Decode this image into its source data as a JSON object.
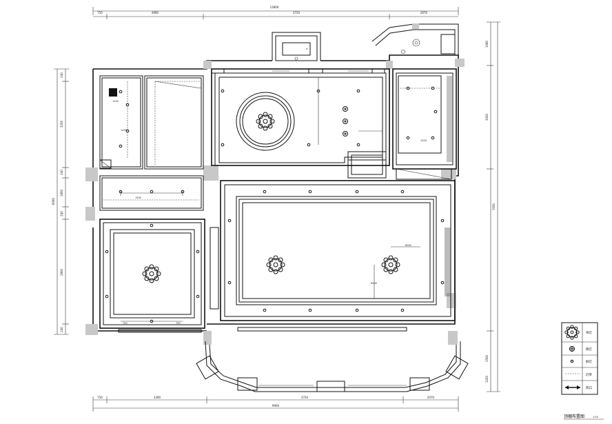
{
  "drawing": {
    "caption": "顶棚布置图",
    "caption_scale": "1:50",
    "box_label": "A"
  },
  "dimensions": {
    "top_total": "12800",
    "top_segments": [
      "750",
      "4680",
      "3720",
      "2670"
    ],
    "bottom_total": "9900",
    "bottom_segments": [
      "750",
      "3390",
      "3720",
      "2070"
    ],
    "left_total": "6090",
    "left_segments": [
      "240",
      "3200",
      "240",
      "1800",
      "240",
      "2800",
      "240"
    ],
    "right_total": "7050",
    "right_segments": [
      "1080",
      "3000",
      "1500",
      "1200"
    ]
  },
  "room_labels": {
    "bath_dim_a": "1250",
    "bath_dim_b": "1450",
    "living_dim": "6000",
    "living_dim_b": "6000",
    "master_dim": "1200",
    "corridor_dim": "1500"
  },
  "legend": {
    "items": [
      {
        "icon": "chandelier-icon",
        "label": "吊灯"
      },
      {
        "icon": "downlight-icon",
        "label": "筒灯"
      },
      {
        "icon": "spotlight-icon",
        "label": "射灯"
      },
      {
        "icon": "dashed-line-icon",
        "label": "灯带"
      },
      {
        "icon": "vent-icon",
        "label": "风口"
      }
    ]
  }
}
